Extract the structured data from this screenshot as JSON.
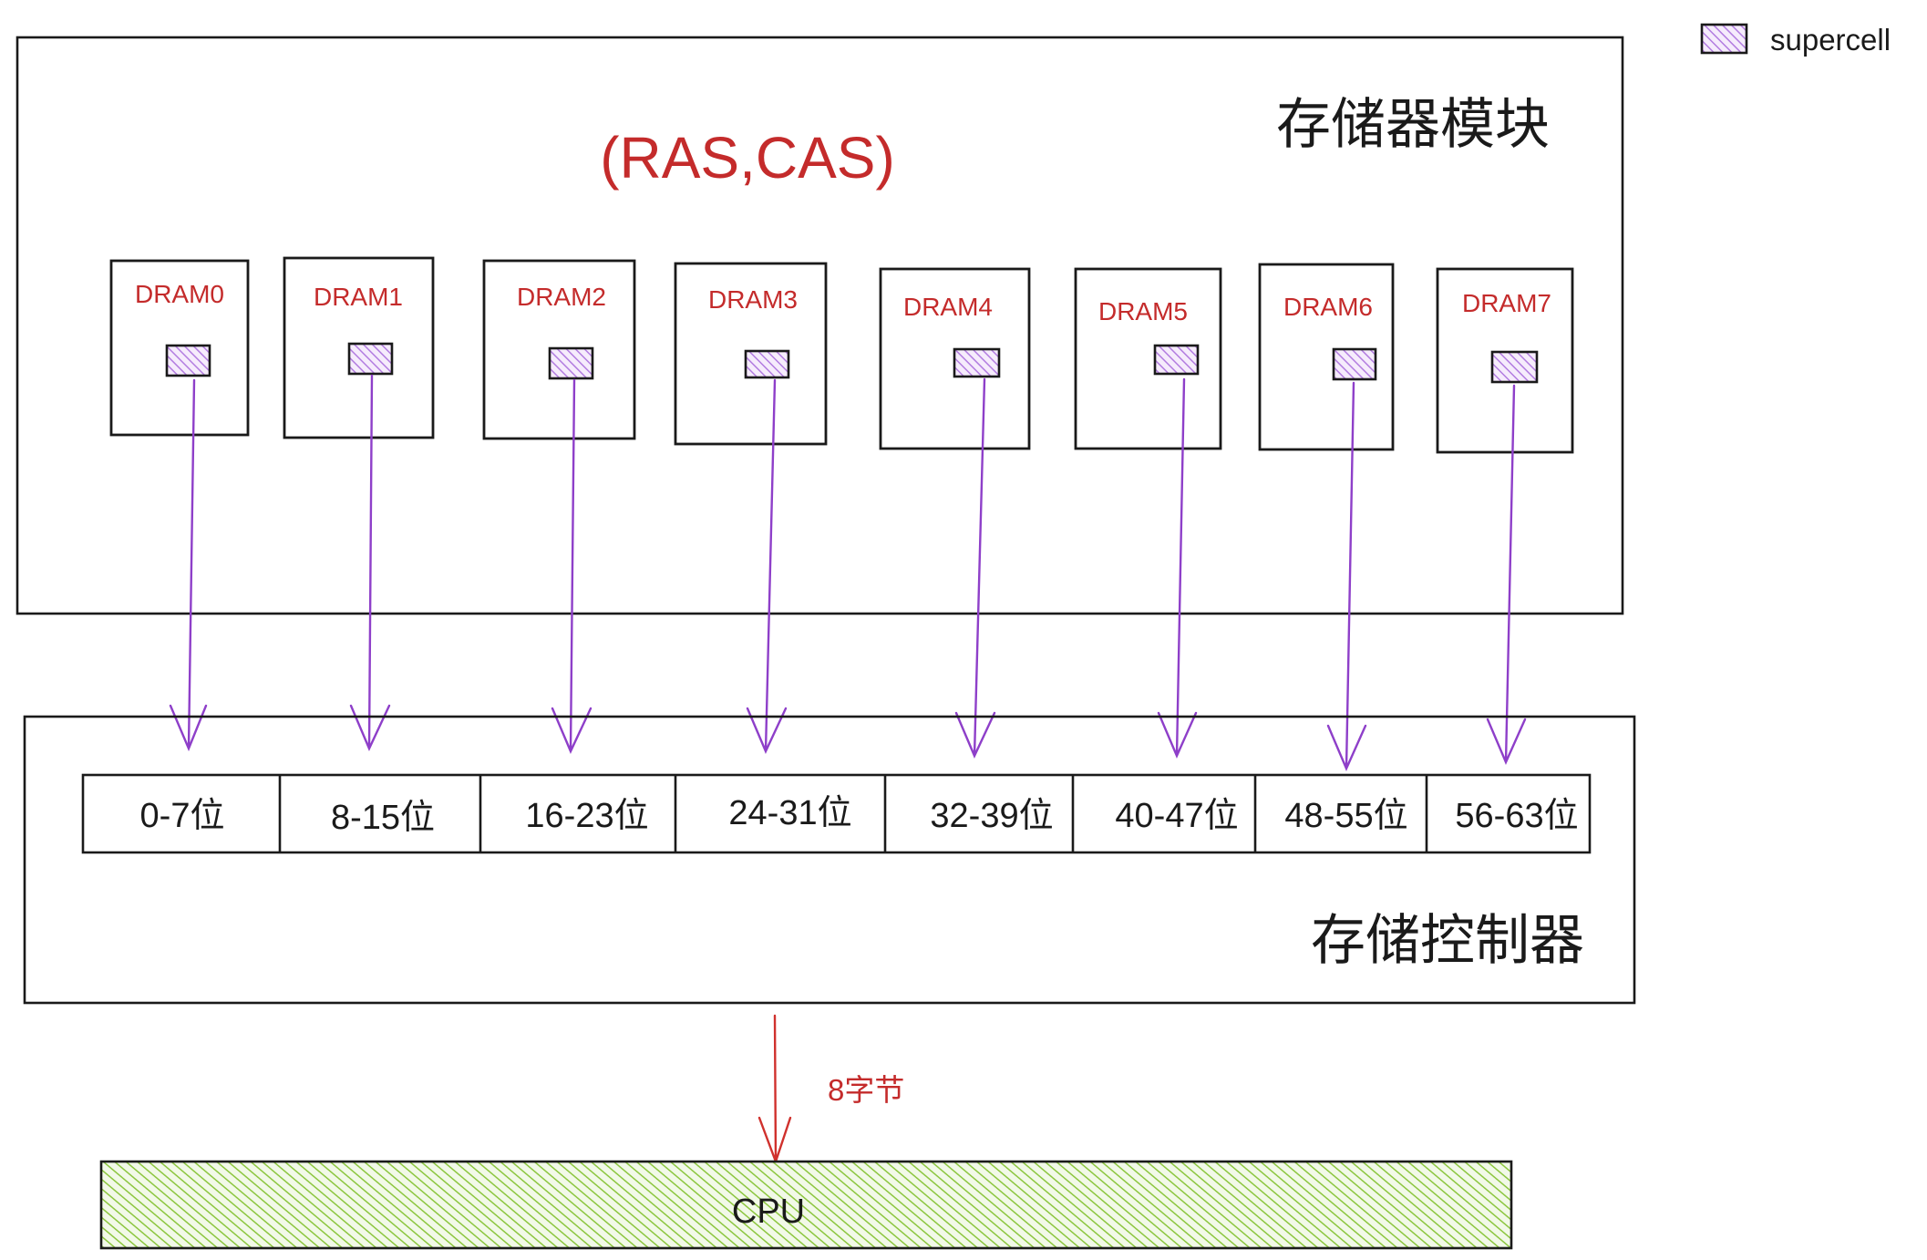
{
  "legend": {
    "label": "supercell"
  },
  "memory_module": {
    "title": "存储器模块",
    "address_label": "(RAS,CAS)"
  },
  "drams": [
    {
      "label": "DRAM0"
    },
    {
      "label": "DRAM1"
    },
    {
      "label": "DRAM2"
    },
    {
      "label": "DRAM3"
    },
    {
      "label": "DRAM4"
    },
    {
      "label": "DRAM5"
    },
    {
      "label": "DRAM6"
    },
    {
      "label": "DRAM7"
    }
  ],
  "memory_controller": {
    "title": "存储控制器",
    "bit_segments": [
      "0-7位",
      "8-15位",
      "16-23位",
      "24-31位",
      "32-39位",
      "40-47位",
      "48-55位",
      "56-63位"
    ]
  },
  "bus_transfer": {
    "label": "8字节"
  },
  "cpu": {
    "label": "CPU"
  },
  "colors": {
    "text_red": "#c42b2b",
    "arrow_purple": "#8e3fc9",
    "arrow_red": "#d0312d",
    "hatch_purple": "#b27ce0",
    "hatch_green": "#8cc63f"
  }
}
